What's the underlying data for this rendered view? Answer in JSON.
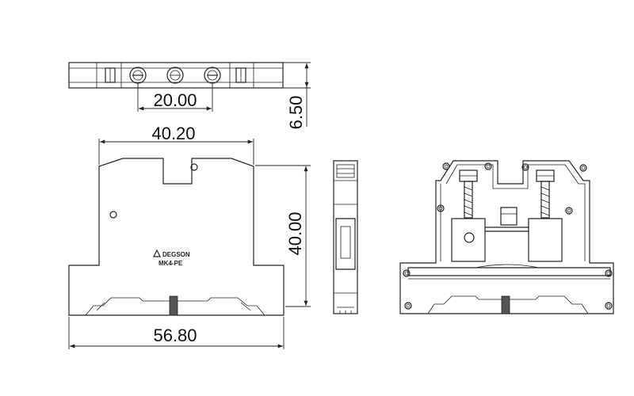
{
  "dimensions": {
    "top_spacing": "20.00",
    "top_height": "6.50",
    "body_width": "40.20",
    "body_height": "40.00",
    "base_width": "56.80"
  },
  "product": {
    "brand": "DEGSON",
    "model": "MK4-PE"
  },
  "colors": {
    "line": "#222222",
    "background": "#ffffff",
    "screw_fill": "#555555"
  }
}
